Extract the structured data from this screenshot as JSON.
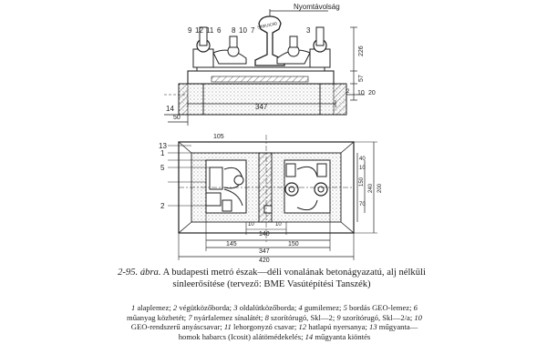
{
  "drawing": {
    "top_label": "Nyomtávolság",
    "rail_stamp": "S49/UIC60",
    "section_refs": [
      "9",
      "12",
      "11",
      "6",
      "8",
      "10",
      "7",
      "3"
    ],
    "side_refs_top": [
      "14"
    ],
    "dims_vertical_right": [
      "226",
      "57",
      "10"
    ],
    "dim_20": "20",
    "dim_347_top": "347",
    "dim_50": "50",
    "dim_2x": "2",
    "plan_refs_left": [
      "13",
      "1",
      "5",
      "2"
    ],
    "plan_dim_105": "105",
    "plan_dims_right": [
      "40",
      "10",
      "150",
      "70",
      "240",
      "200"
    ],
    "plan_dim_10a": "10",
    "plan_dim_10b": "10",
    "plan_dim_145": "145",
    "plan_dim_150": "150",
    "plan_dim_140": "140",
    "plan_dim_347": "347",
    "plan_dim_420": "420"
  },
  "caption": {
    "number": "2-95.",
    "word": "ábra.",
    "title": "A budapesti metró észak—déli vonalának betonágyazatú, alj nélküli sínleerősítése (tervező: BME Vasútépítési Tanszék)"
  },
  "legend": [
    {
      "n": "1",
      "text": "alaplemez;"
    },
    {
      "n": "2",
      "text": "végütközőborda;"
    },
    {
      "n": "3",
      "text": "oldalütközőborda;"
    },
    {
      "n": "4",
      "text": "gumilemez;"
    },
    {
      "n": "5",
      "text": "bordás GEO-lemez;"
    },
    {
      "n": "6",
      "text": "műanyag közbetét;"
    },
    {
      "n": "7",
      "text": "nyárfalemez sínalátét;"
    },
    {
      "n": "8",
      "text": "szorítórugó, Skl—2;"
    },
    {
      "n": "9",
      "text": "szorítórugó, Skl—2/a;"
    },
    {
      "n": "10",
      "text": "GEO-rendszerű anyáscsavar;"
    },
    {
      "n": "11",
      "text": "lehorgonyzó csavar;"
    },
    {
      "n": "12",
      "text": "hatlapú nyersanya;"
    },
    {
      "n": "13",
      "text": "műgyanta—homok habarcs (Icosit) alátömédekelés;"
    },
    {
      "n": "14",
      "text": "műgyanta kiöntés"
    }
  ]
}
